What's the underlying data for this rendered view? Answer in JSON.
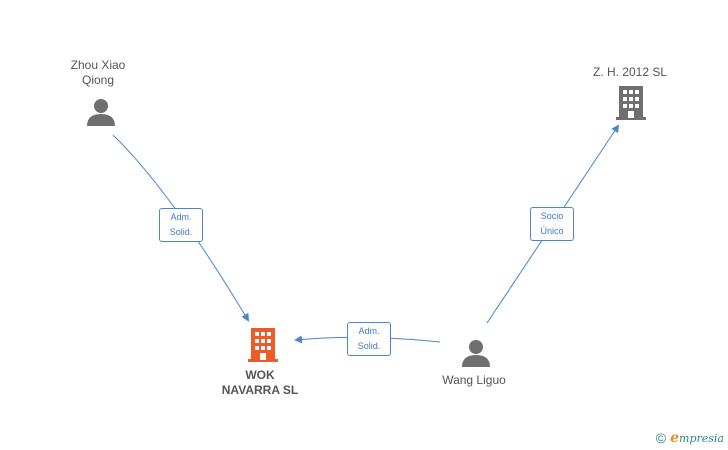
{
  "nodes": {
    "zhou": {
      "label": "Zhou Xiao\nQiong",
      "type": "person"
    },
    "zh2012": {
      "label": "Z.  H. 2012 SL",
      "type": "company"
    },
    "wok": {
      "label": "WOK\nNAVARRA SL",
      "type": "company-main"
    },
    "wang": {
      "label": "Wang Liguo",
      "type": "person"
    }
  },
  "edges": {
    "zhou_wok": "Adm.\nSolid.",
    "wang_wok": "Adm.\nSolid.",
    "wang_zh": "Socio\nÚnico"
  },
  "colors": {
    "edge": "#4a86c8",
    "main_company": "#f05a28",
    "company": "#6f6f6f",
    "person": "#6f6f6f"
  },
  "brand": {
    "copyright": "©",
    "e": "e",
    "name": "mpresia"
  }
}
